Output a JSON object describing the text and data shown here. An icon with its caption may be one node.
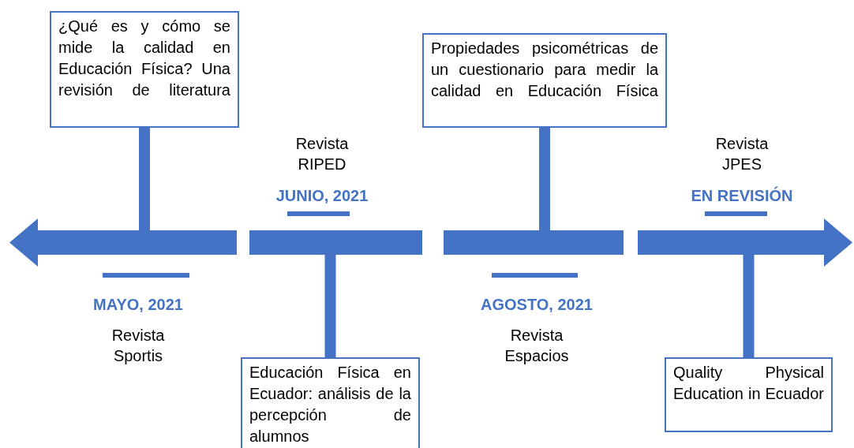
{
  "diagram": {
    "nodes": [
      {
        "text": [
          "¿Qué es y cómo se mide la calidad en Educación Física? Una revisión de literatura"
        ],
        "beside": [
          "MAYO, 2021",
          "Revista Sportis"
        ]
      },
      {
        "text": [
          "Educación Física en Ecuador: análisis de la percepción de alumnos"
        ],
        "beside": [
          "Revista RIPED",
          "JUNIO, 2021"
        ]
      },
      {
        "text": [
          "Propiedades psicométricas de un cuestionario para medir la calidad en Educación Física"
        ],
        "beside": [
          "AGOSTO, 2021",
          "Revista Espacios"
        ]
      },
      {
        "text": [
          "Quality Physical Education in Ecuador"
        ],
        "beside": [
          "Revista JPES",
          "EN REVISIÓN"
        ]
      },
      {
        "text": [],
        "shape": "bar"
      },
      {
        "text": [],
        "shape": "bar"
      },
      {
        "text": [],
        "shape": "bar"
      },
      {
        "text": [],
        "shape": "bar"
      }
    ],
    "edges": [
      {
        "from": 0,
        "to": 4,
        "arrow": "none"
      },
      {
        "from": 1,
        "to": 5,
        "arrow": "none"
      },
      {
        "from": 2,
        "to": 6,
        "arrow": "none"
      },
      {
        "from": 3,
        "to": 7,
        "arrow": "none"
      }
    ]
  }
}
